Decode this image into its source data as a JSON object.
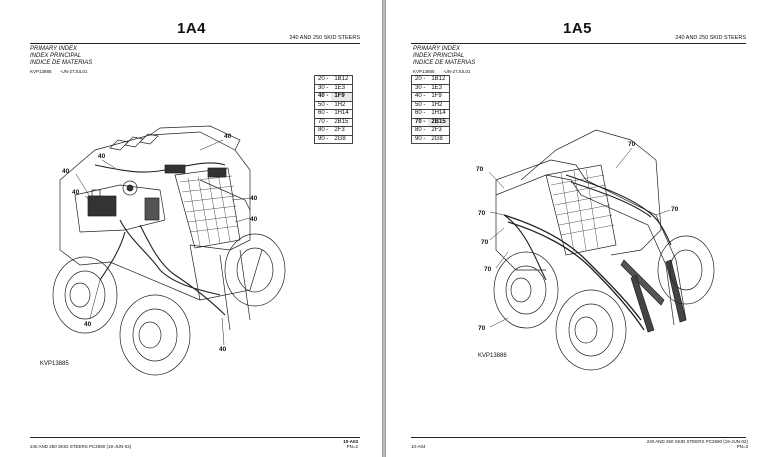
{
  "left": {
    "page_number": "1A4",
    "header_title": "240 AND 250 SKID STEERS",
    "index_lines": [
      "PRIMARY INDEX",
      "INDEX PRINCIPAL",
      "INDICE DE MATERIAS"
    ],
    "doc_code": "KVP13885",
    "doc_date": "-UN-27JUL01",
    "index_table": [
      {
        "num": "20 -",
        "ref": "1B12"
      },
      {
        "num": "30 -",
        "ref": "1E3"
      },
      {
        "num": "40 -",
        "ref": "1F9"
      },
      {
        "num": "50 -",
        "ref": "1H2"
      },
      {
        "num": "60 -",
        "ref": "1H14"
      },
      {
        "num": "70 -",
        "ref": "2B15"
      },
      {
        "num": "80 -",
        "ref": "2F3"
      },
      {
        "num": "90 -",
        "ref": "2G8"
      }
    ],
    "highlight_row": 2,
    "figure_code": "KVP13885",
    "callouts": [
      "40",
      "40",
      "40",
      "40",
      "40",
      "40",
      "40",
      "40"
    ],
    "footer_left": "240 AND 250 SKID STEERS    PC2690    (19-JUN-02)",
    "footer_right": "10-A03",
    "footer_right_sub": "PN=2"
  },
  "right": {
    "page_number": "1A5",
    "header_title": "240 AND 250 SKID STEERS",
    "index_lines": [
      "PRIMARY INDEX",
      "INDEX PRINCIPAL",
      "INDICE DE MATERIAS"
    ],
    "doc_code": "KVP13885",
    "doc_date": "-UN-27JUL01",
    "index_table": [
      {
        "num": "20 -",
        "ref": "1B12"
      },
      {
        "num": "30 -",
        "ref": "1E3"
      },
      {
        "num": "40 -",
        "ref": "1F9"
      },
      {
        "num": "50 -",
        "ref": "1H2"
      },
      {
        "num": "60 -",
        "ref": "1H14"
      },
      {
        "num": "70 -",
        "ref": "2B15"
      },
      {
        "num": "80 -",
        "ref": "2F3"
      },
      {
        "num": "90 -",
        "ref": "2G8"
      }
    ],
    "highlight_row": 5,
    "figure_code": "KVP13886",
    "callouts": [
      "70",
      "70",
      "70",
      "70",
      "70",
      "70",
      "70"
    ],
    "footer_left": "10-A04",
    "footer_right": "240 AND 250 SKID STEERS    PC2690    (19-JUN-02)",
    "footer_right_sub": "PN=3"
  }
}
